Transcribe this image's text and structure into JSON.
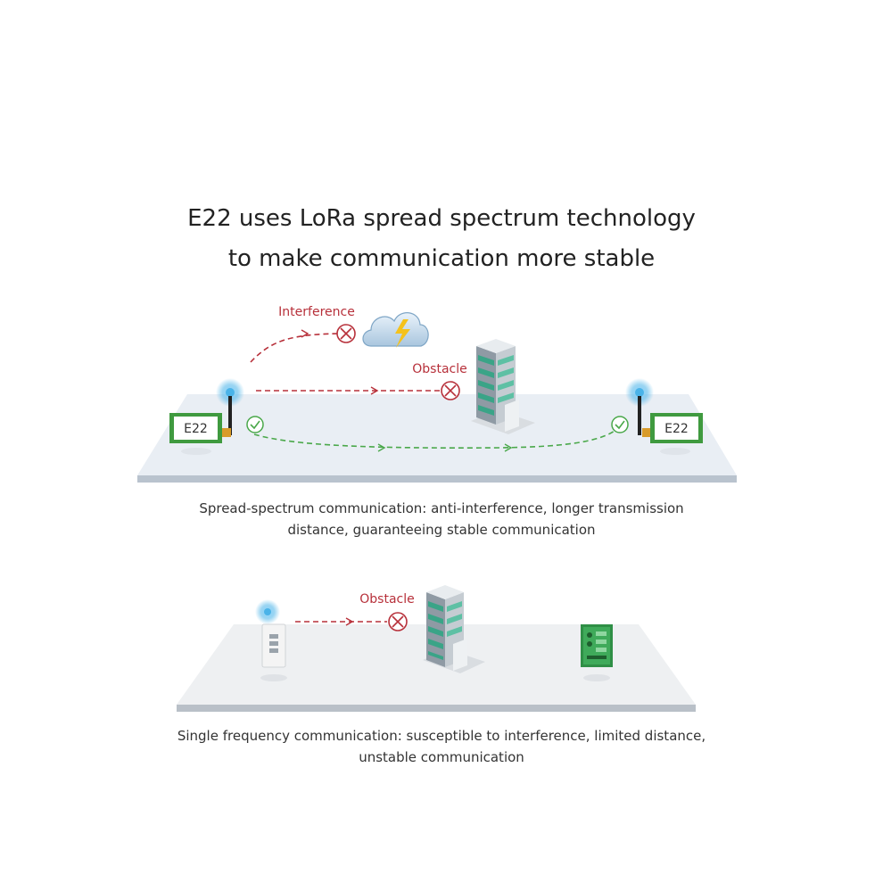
{
  "title": {
    "line1": "E22 uses LoRa spread spectrum technology",
    "line2": "to make communication more stable"
  },
  "top_scene": {
    "interference_label": "Interference",
    "obstacle_label": "Obstacle",
    "left_module_label": "E22",
    "right_module_label": "E22",
    "caption_line1": "Spread-spectrum communication: anti-interference, longer transmission",
    "caption_line2": "distance, guaranteeing stable communication"
  },
  "bottom_scene": {
    "obstacle_label": "Obstacle",
    "caption_line1": "Single frequency communication: susceptible to interference, limited distance,",
    "caption_line2": "unstable communication"
  },
  "colors": {
    "failed_path": "#b7303a",
    "success_path": "#4aa84a",
    "module_green": "#3f9a3f",
    "platform_top": "#e9eef4",
    "platform_edge": "#b9c3ce",
    "signal_blue": "#4ab3e8"
  }
}
